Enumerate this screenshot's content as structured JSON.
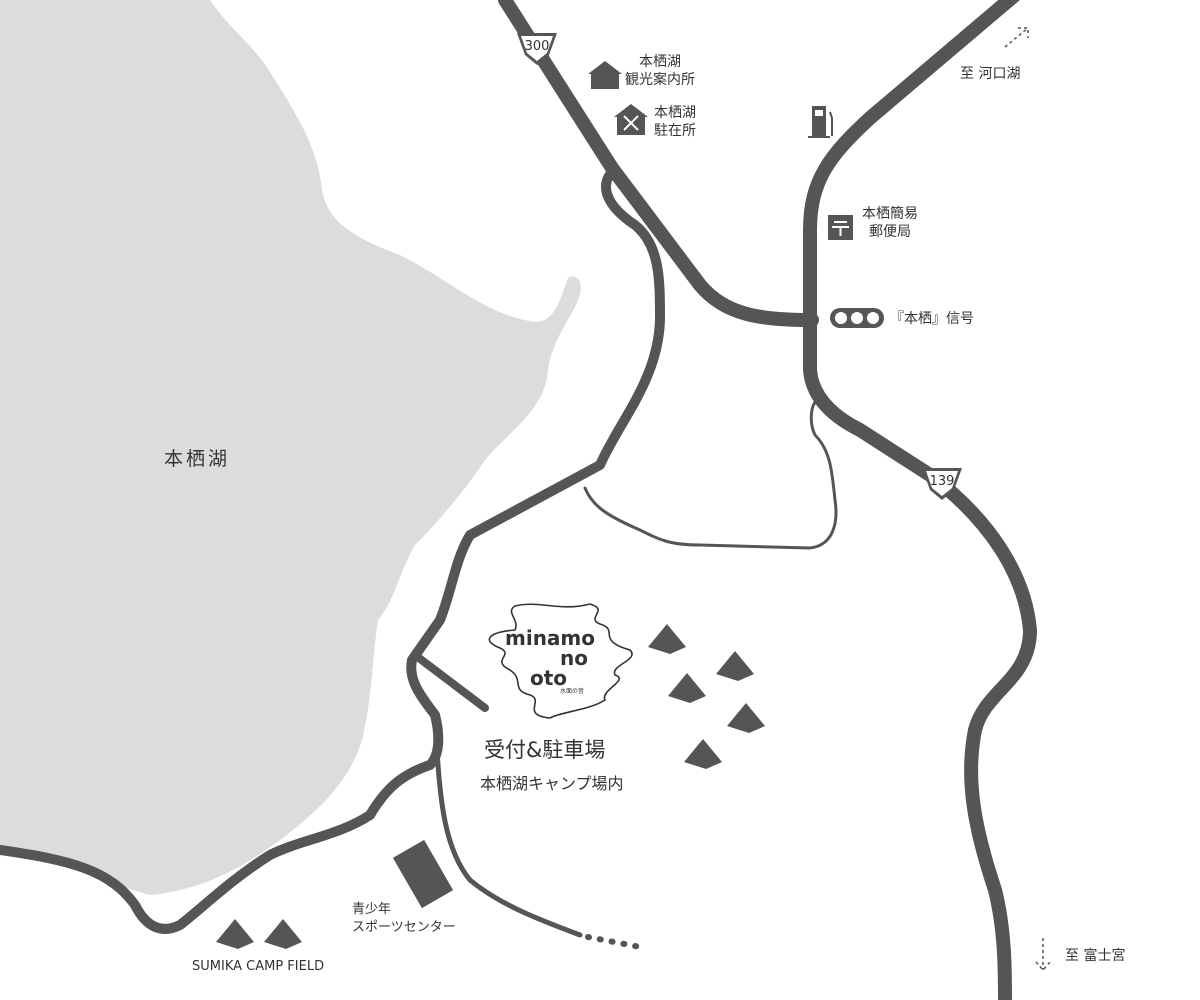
{
  "lake_label": "本栖湖",
  "routes": {
    "r300": "300",
    "r139": "139"
  },
  "places": {
    "info_center": [
      "本栖湖",
      "観光案内所"
    ],
    "police_box": [
      "本栖湖",
      "駐在所"
    ],
    "post_office": [
      "本栖簡易",
      "郵便局"
    ],
    "signal": "『本栖』信号",
    "to_kawaguchiko": "至  河口湖",
    "to_fujinomiya": "至  富士宮",
    "reception": "受付&駐車場",
    "reception_sub": "本栖湖キャンプ場内",
    "sports_center": [
      "青少年",
      "スポーツセンター"
    ],
    "sumika": "SUMIKA CAMP FIELD"
  },
  "logo": {
    "line1": "minamo",
    "line2": "no",
    "line3": "oto",
    "sub": "水面の音"
  },
  "colors": {
    "lake": "#dcdcdc",
    "road": "#555555",
    "icon": "#555555"
  }
}
